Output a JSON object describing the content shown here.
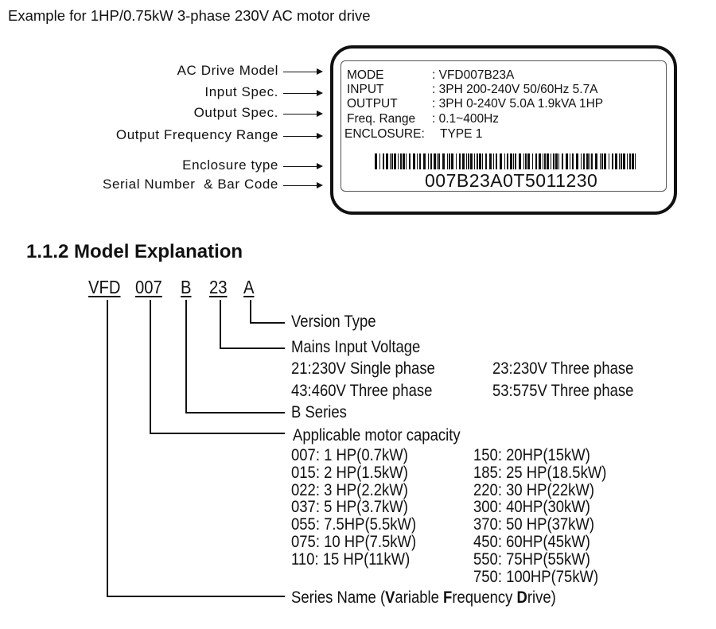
{
  "intro": "Example for 1HP/0.75kW 3-phase 230V AC motor drive",
  "callouts": [
    "AC Drive Model",
    "Input Spec.",
    "Output Spec.",
    "Output Frequency Range",
    "Enclosure type",
    "Serial Number  & Bar Code"
  ],
  "nameplate": {
    "rows": [
      {
        "key": "MODE",
        "value": ": VFD007B23A"
      },
      {
        "key": "INPUT",
        "value": ": 3PH 200-240V 50/60Hz 5.7A"
      },
      {
        "key": "OUTPUT",
        "value": ": 3PH 0-240V 5.0A 1.9kVA 1HP"
      },
      {
        "key": "Freq. Range",
        "value": ": 0.1~400Hz"
      },
      {
        "key": "ENCLOSURE:",
        "value": "TYPE 1"
      }
    ],
    "serial": "007B23A0T5011230"
  },
  "section_heading": "1.1.2 Model Explanation",
  "model_code": [
    "VFD",
    "007",
    "B",
    "23",
    "A"
  ],
  "explanation": {
    "version": "Version Type",
    "voltage_title": "Mains Input Voltage",
    "voltages": [
      "21:230V Single phase",
      "23:230V Three phase",
      "43:460V Three phase",
      "53:575V Three phase"
    ],
    "series": "B Series",
    "capacity_title": "Applicable motor capacity",
    "capacity_left": [
      "007: 1 HP(0.7kW)",
      "015: 2 HP(1.5kW)",
      "022: 3 HP(2.2kW)",
      "037: 5 HP(3.7kW)",
      "055: 7.5HP(5.5kW)",
      "075: 10 HP(7.5kW)",
      "110: 15 HP(11kW)"
    ],
    "capacity_right": [
      "150: 20HP(15kW)",
      "185: 25 HP(18.5kW)",
      "220: 30 HP(22kW)",
      "300: 40HP(30kW)",
      "370: 50 HP(37kW)",
      "450: 60HP(45kW)",
      "550: 75HP(55kW)",
      "750: 100HP(75kW)"
    ],
    "series_name": {
      "prefix": "Series Name (",
      "v": "V",
      "ariable ": "ariable ",
      "f": "F",
      "requency ": "requency ",
      "d": "D",
      "rive)": "rive)"
    }
  }
}
